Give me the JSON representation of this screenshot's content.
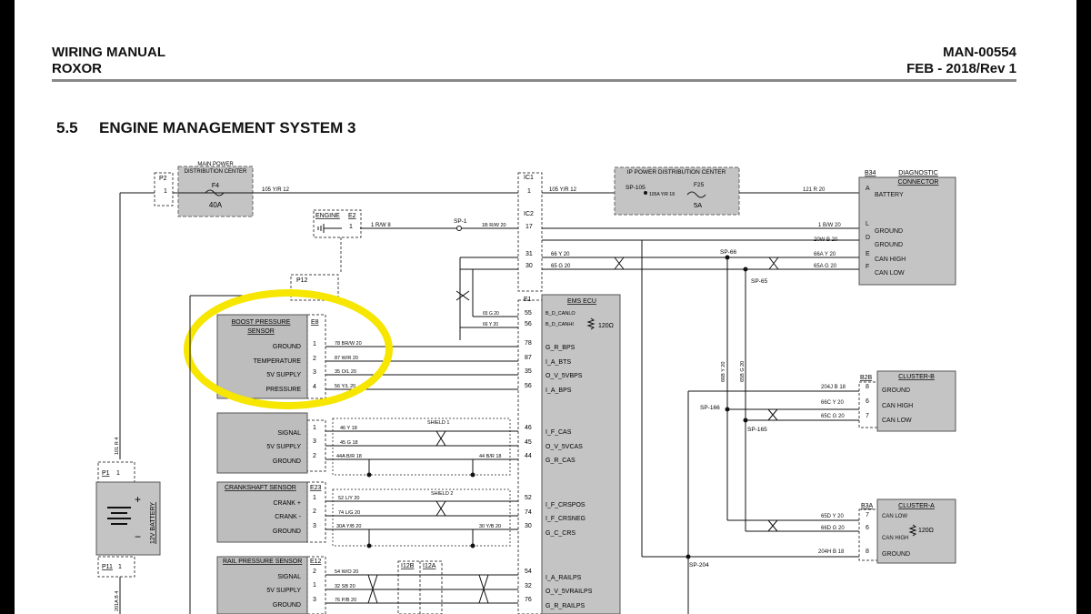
{
  "header": {
    "title_line1": "WIRING MANUAL",
    "title_line2": "ROXOR",
    "doc_number": "MAN-00554",
    "revision": "FEB - 2018/Rev 1"
  },
  "section": {
    "number": "5.5",
    "title": "ENGINE MANAGEMENT SYSTEM 3"
  },
  "diagram": {
    "main_power": {
      "title1": "MAIN POWER",
      "title2": "DISTRIBUTION CENTER",
      "fuse": "F4",
      "rating": "40A",
      "conn": "P2",
      "pin": "1"
    },
    "wire_105_left": "105 Y/R 12",
    "wire_105_right": "105 Y/R 12",
    "ic1": {
      "name": "IC1",
      "pin": "1"
    },
    "ic2": {
      "name": "IC2",
      "pin": "17"
    },
    "ip_power": {
      "title": "IP POWER DISTRIBUTION CENTER",
      "splice": "SP-105",
      "wire": "105A Y/R 18",
      "fuse": "F25",
      "rating": "5A"
    },
    "engine": {
      "label": "ENGINE",
      "conn": "E2",
      "pin": "1",
      "wire": "1 R/W 8"
    },
    "sp1": {
      "label": "SP-1",
      "wire": "1B R/W 20"
    },
    "diag": {
      "title1": "DIAGNOSTIC",
      "title2": "CONNECTOR",
      "conn": "B34",
      "pins": [
        {
          "pin": "A",
          "label": "BATTERY",
          "wire": "121 R 20"
        },
        {
          "pin": "L",
          "label": "GROUND",
          "wire": "1 B/W 20"
        },
        {
          "pin": "D",
          "label": "GROUND",
          "wire": "20W B 20"
        },
        {
          "pin": "E",
          "label": "CAN HIGH",
          "wire": "66A Y 20"
        },
        {
          "pin": "F",
          "label": "CAN LOW",
          "wire": "65A G 20"
        }
      ]
    },
    "sp66": "SP-66",
    "sp65": "SP-65",
    "can_wires": [
      {
        "pin": "31",
        "wire": "66 Y 20"
      },
      {
        "pin": "30",
        "wire": "65 G 20"
      }
    ],
    "p12": "P12",
    "ecu": {
      "name": "EMS ECU",
      "conn": "E1",
      "can_pins": [
        {
          "pin": "55",
          "func": "B_D_CANLO",
          "wire": "65 G 20"
        },
        {
          "pin": "56",
          "func": "B_D_CANHI",
          "wire": "66 Y 20"
        }
      ],
      "resistor": "120Ω"
    },
    "boost": {
      "title1": "BOOST PRESSURE",
      "title2": "SENSOR",
      "conn": "E8",
      "pins": [
        {
          "pin": "1",
          "label": "GROUND",
          "wire": "78 BR/W 20",
          "ecu_pin": "78",
          "func": "G_R_BPS"
        },
        {
          "pin": "2",
          "label": "TEMPERATURE",
          "wire": "87 W/R 20",
          "ecu_pin": "87",
          "func": "I_A_BTS"
        },
        {
          "pin": "3",
          "label": "5V SUPPLY",
          "wire": "35 O/L 20",
          "ecu_pin": "35",
          "func": "O_V_5VBPS"
        },
        {
          "pin": "4",
          "label": "PRESSURE",
          "wire": "56 Y/L 20",
          "ecu_pin": "56",
          "func": "I_A_BPS"
        }
      ]
    },
    "cam": {
      "pins": [
        {
          "pin": "1",
          "label": "SIGNAL",
          "wire": "46 Y 18",
          "ecu_pin": "46",
          "func": "I_F_CAS"
        },
        {
          "pin": "3",
          "label": "5V SUPPLY",
          "wire": "45 G 18",
          "ecu_pin": "45",
          "func": "O_V_5VCAS"
        },
        {
          "pin": "2",
          "label": "GROUND",
          "wire": "44A B/R 18",
          "wire_r": "44 B/R 18",
          "ecu_pin": "44",
          "func": "G_R_CAS"
        }
      ],
      "shield": "SHIELD 1"
    },
    "crank": {
      "title": "CRANKSHAFT SENSOR",
      "conn": "E23",
      "pins": [
        {
          "pin": "1",
          "label": "CRANK +",
          "wire": "52 L/Y 20",
          "ecu_pin": "52",
          "func": "I_F_CRSPOS"
        },
        {
          "pin": "2",
          "label": "CRANK -",
          "wire": "74 L/G 20",
          "ecu_pin": "74",
          "func": "I_F_CRSNEG"
        },
        {
          "pin": "3",
          "label": "GROUND",
          "wire": "30A Y/B 20",
          "wire_r": "30 Y/B 20",
          "ecu_pin": "30",
          "func": "G_C_CRS"
        }
      ],
      "shield": "SHIELD 2"
    },
    "rail": {
      "title": "RAIL PRESSURE SENSOR",
      "conn": "E12",
      "pins": [
        {
          "pin": "2",
          "label": "SIGNAL",
          "wire": "54 W/O 20",
          "ecu_pin": "54",
          "func": "I_A_RAILPS"
        },
        {
          "pin": "1",
          "label": "5V SUPPLY",
          "wire": "32 SB 20",
          "ecu_pin": "32",
          "func": "O_V_5VRAILPS"
        },
        {
          "pin": "3",
          "label": "GROUND",
          "wire": "76 P/B 20",
          "ecu_pin": "76",
          "func": "G_R_RAILPS"
        }
      ],
      "inline": [
        "I12B",
        "I12A"
      ]
    },
    "battery": {
      "conn_top": "P1",
      "pin_top": "1",
      "label": "12V BATTERY",
      "conn_bottom": "P11",
      "pin_bottom": "1",
      "wire_top": "101 R 4",
      "wire_bottom": "201A B 4"
    },
    "cluster_b": {
      "title": "CLUSTER-B",
      "conn": "B2B",
      "pins": [
        {
          "pin": "8",
          "label": "GROUND",
          "wire": "204J B 18"
        },
        {
          "pin": "6",
          "label": "CAN HIGH",
          "wire": "66C Y 20"
        },
        {
          "pin": "7",
          "label": "CAN LOW",
          "wire": "65C G 20"
        }
      ]
    },
    "cluster_a": {
      "title": "CLUSTER-A",
      "conn": "B3A",
      "pins": [
        {
          "pin": "7",
          "label": "CAN LOW",
          "wire": "65D Y 20"
        },
        {
          "pin": "6",
          "label": "CAN HIGH",
          "wire": "66D G 20"
        },
        {
          "pin": "8",
          "label": "GROUND",
          "wire": "204H B 18"
        }
      ],
      "resistor": "120Ω"
    },
    "sp166": "SP-166",
    "sp165": "SP-165",
    "sp204": "SP-204",
    "vert_wires": [
      "66B Y 20",
      "65B G 20"
    ]
  },
  "highlight_color": "#f6e600"
}
